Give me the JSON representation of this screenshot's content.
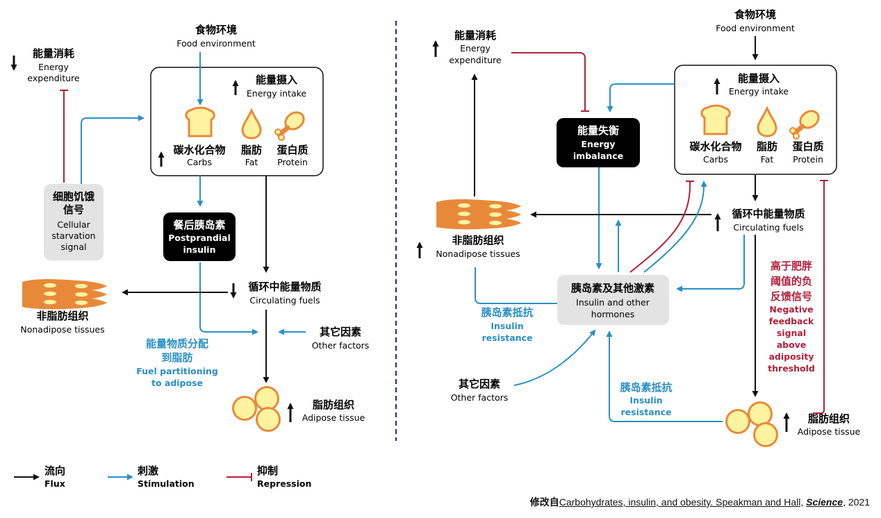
{
  "colors": {
    "flux": "#111111",
    "stimulation": "#2a8fc4",
    "repression": "#b2203a",
    "food": "#f1a13a",
    "fat_cell": "#e8893a",
    "box_dark": "#000000",
    "box_light": "#e3e3e3"
  },
  "left": {
    "food_env": {
      "cn": "食物环境",
      "en": "Food environment"
    },
    "energy_exp": {
      "cn": "能量消耗",
      "en1": "Energy",
      "en2": "expenditure"
    },
    "energy_intake": {
      "cn": "能量摄入",
      "en": "Energy intake"
    },
    "carbs": {
      "cn": "碳水化合物",
      "en": "Carbs"
    },
    "fat": {
      "cn": "脂肪",
      "en": "Fat"
    },
    "protein": {
      "cn": "蛋白质",
      "en": "Protein"
    },
    "starvation": {
      "cn1": "细胞饥饿",
      "cn2": "信号",
      "en1": "Cellular",
      "en2": "starvation",
      "en3": "signal"
    },
    "insulin": {
      "cn": "餐后胰岛素",
      "en1": "Postprandial",
      "en2": "insulin"
    },
    "nonadipose": {
      "cn": "非脂肪组织",
      "en": "Nonadipose tissues"
    },
    "fuels": {
      "cn": "循环中能量物质",
      "en": "Circulating fuels"
    },
    "other": {
      "cn": "其它因素",
      "en": "Other factors"
    },
    "partition": {
      "cn1": "能量物质分配",
      "cn2": "到脂肪",
      "en1": "Fuel partitioning",
      "en2": "to adipose"
    },
    "adipose": {
      "cn": "脂肪组织",
      "en": "Adipose tissue"
    }
  },
  "right": {
    "food_env": {
      "cn": "食物环境",
      "en": "Food environment"
    },
    "energy_exp": {
      "cn": "能量消耗",
      "en1": "Energy",
      "en2": "expenditure"
    },
    "imbalance": {
      "cn": "能量失衡",
      "en1": "Energy",
      "en2": "imbalance"
    },
    "energy_intake": {
      "cn": "能量摄入",
      "en": "Energy intake"
    },
    "carbs": {
      "cn": "碳水化合物",
      "en": "Carbs"
    },
    "fat": {
      "cn": "脂肪",
      "en": "Fat"
    },
    "protein": {
      "cn": "蛋白质",
      "en": "Protein"
    },
    "nonadipose": {
      "cn": "非脂肪组织",
      "en": "Nonadipose tissues"
    },
    "fuels": {
      "cn": "循环中能量物质",
      "en": "Circulating fuels"
    },
    "hormones": {
      "cn": "胰岛素及其他激素",
      "en1": "Insulin and other",
      "en2": "hormones"
    },
    "resist1": {
      "cn": "胰岛素抵抗",
      "en1": "Insulin",
      "en2": "resistance"
    },
    "resist2": {
      "cn": "胰岛素抵抗",
      "en1": "Insulin",
      "en2": "resistance"
    },
    "feedback": {
      "cn1": "高于肥胖",
      "cn2": "阈值的负",
      "cn3": "反馈信号",
      "en1": "Negative",
      "en2": "feedback",
      "en3": "signal",
      "en4": "above",
      "en5": "adiposity",
      "en6": "threshold"
    },
    "other": {
      "cn": "其它因素",
      "en": "Other factors"
    },
    "adipose": {
      "cn": "脂肪组织",
      "en": "Adipose tissue"
    }
  },
  "legend": {
    "flux": {
      "cn": "流向",
      "en": "Flux"
    },
    "stim": {
      "cn": "刺激",
      "en": "Stimulation"
    },
    "rep": {
      "cn": "抑制",
      "en": "Repression"
    }
  },
  "citation": {
    "prefix": "修改自",
    "ref": "Carbohydrates, insulin, and obesity. Speakman and Hall,",
    "journal": "Science",
    "year": ", 2021"
  }
}
